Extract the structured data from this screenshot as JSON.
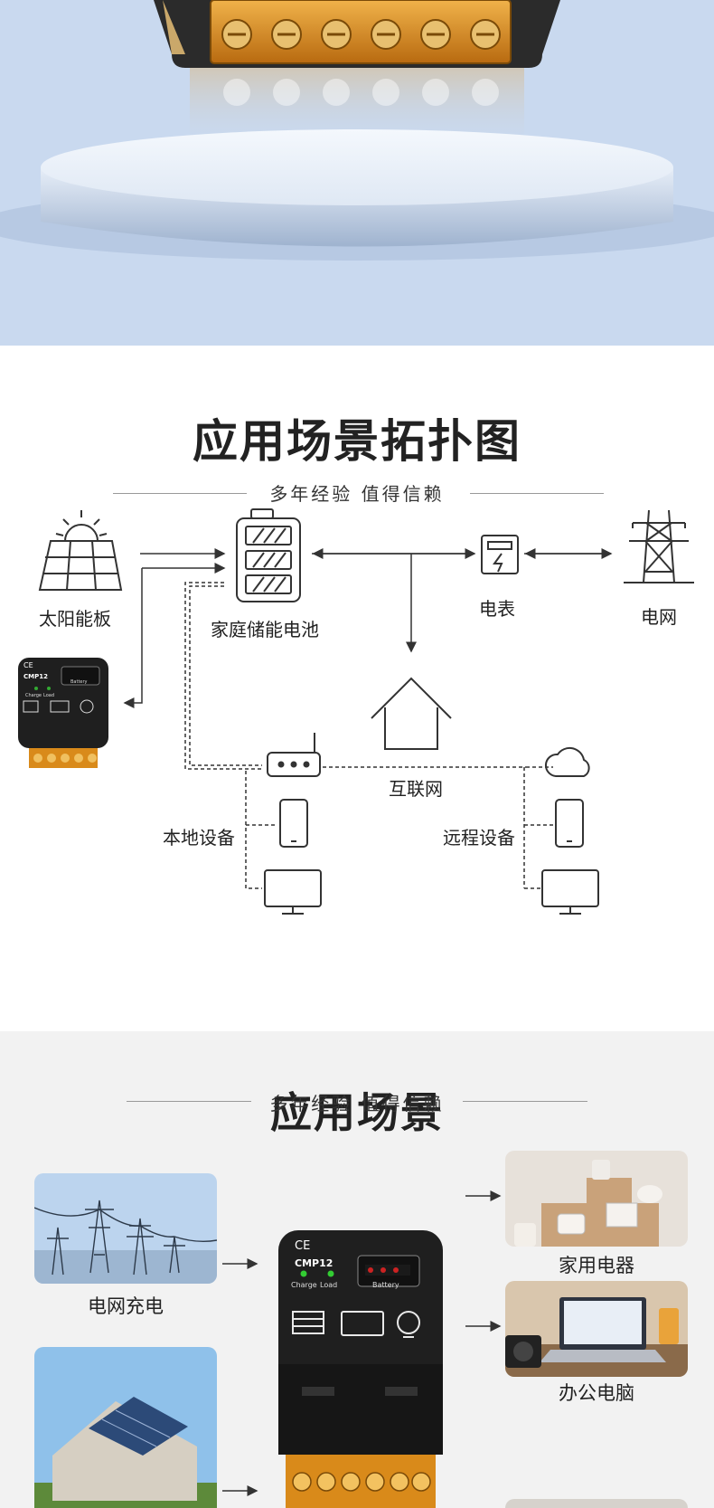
{
  "topology": {
    "title": "应用场景拓扑图",
    "subtitle": "多年经验 值得信赖",
    "nodes": {
      "solar_panel": "太阳能板",
      "home_battery": "家庭储能电池",
      "meter": "电表",
      "grid": "电网",
      "internet": "互联网",
      "local_device": "本地设备",
      "remote_device": "远程设备"
    }
  },
  "controller": {
    "brand": "CE",
    "model": "CMP12",
    "charge_label": "Charge",
    "load_label": "Load",
    "battery_label": "Battery"
  },
  "scenarios": {
    "title": "应用场景",
    "subtitle": "多年经验 值得信赖",
    "left": [
      "电网充电"
    ],
    "right": [
      "家用电器",
      "办公电脑"
    ]
  },
  "colors": {
    "hero_bg": "#c9d9ef",
    "scenario_bg": "#f2f2f2",
    "terminal_orange": "#d98a1a",
    "icon_stroke": "#333333"
  }
}
